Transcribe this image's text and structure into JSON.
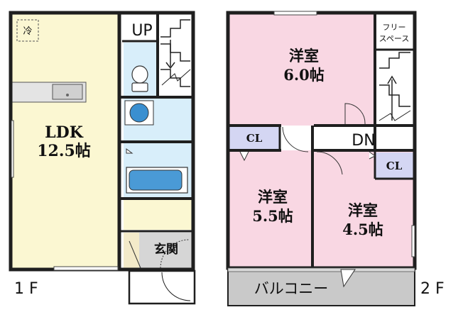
{
  "colors": {
    "ldk": "#fbf7d2",
    "wet": "#d8eefa",
    "room": "#f9d7e3",
    "cl": "#d4d6f3",
    "entry": "#f3eac9",
    "genkan": "#d6d6d6",
    "balcony": "#c9c9c9",
    "wall": "#1f1f1f"
  },
  "floor1": {
    "label": "1 F",
    "ldk_name": "LDK",
    "ldk_size": "12.5帖",
    "fridge": "冷",
    "up": "UP",
    "genkan": "玄関"
  },
  "floor2": {
    "label": "2 F",
    "room_a_name": "洋室",
    "room_a_size": "6.0帖",
    "room_b_name": "洋室",
    "room_b_size": "5.5帖",
    "room_c_name": "洋室",
    "room_c_size": "4.5帖",
    "free_line1": "フリー",
    "free_line2": "スペース",
    "cl_left": "CL",
    "cl_right": "CL",
    "dn": "DN",
    "balcony": "バルコニー"
  }
}
